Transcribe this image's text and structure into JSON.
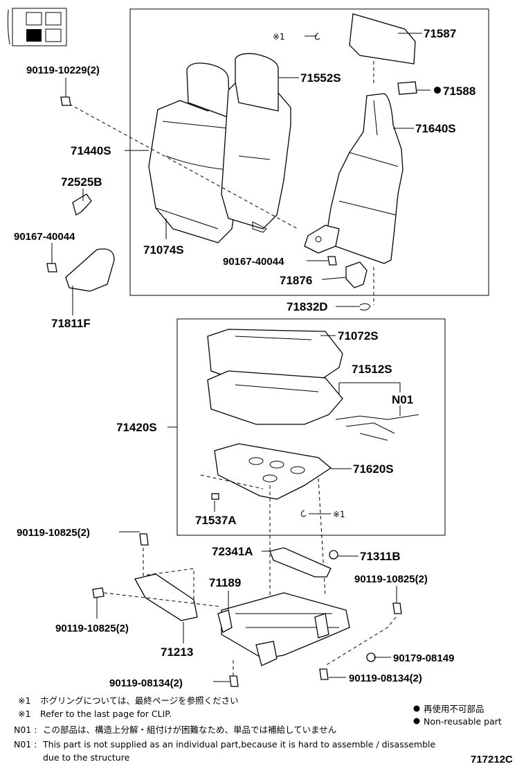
{
  "diagram_id": "717212C",
  "callouts": {
    "p71587": "71587",
    "p71552S": "71552S",
    "p71588": "71588",
    "p71640S": "71640S",
    "p90119_10229": "90119-10229(2)",
    "p71440S": "71440S",
    "p72525B": "72525B",
    "p90167_40044_left": "90167-40044",
    "p71074S": "71074S",
    "p90167_40044_mid": "90167-40044",
    "p71876": "71876",
    "p71811F": "71811F",
    "p71832D": "71832D",
    "p71072S": "71072S",
    "p71512S": "71512S",
    "pN01": "N01",
    "p71420S": "71420S",
    "p71620S": "71620S",
    "p71537A": "71537A",
    "p90119_10825_top": "90119-10825(2)",
    "p72341A": "72341A",
    "p71311B": "71311B",
    "p71189": "71189",
    "p90119_10825_right": "90119-10825(2)",
    "p90119_10825_left": "90119-10825(2)",
    "p71213": "71213",
    "p90179_08149": "90179-08149",
    "p90119_08134_left": "90119-08134(2)",
    "p90119_08134_right": "90119-08134(2)"
  },
  "clip_marks": {
    "top": "※1",
    "bottom": "※1"
  },
  "notes": [
    {
      "mark": "※1",
      "text": "ホグリングについては、最終ページを参照ください"
    },
    {
      "mark": "※1",
      "text": "Refer to the last page for CLIP."
    },
    {
      "mark": "N01 :",
      "text": "この部品は、構造上分解・組付けが困難なため、単品では補給していません"
    },
    {
      "mark": "N01 :",
      "text": "This part is not supplied as an individual part,because it is hard to assemble / disassemble"
    },
    {
      "mark": "",
      "text": "due to the structure"
    }
  ],
  "legend": {
    "ja": "再使用不可部品",
    "en": "Non-reusable part"
  }
}
